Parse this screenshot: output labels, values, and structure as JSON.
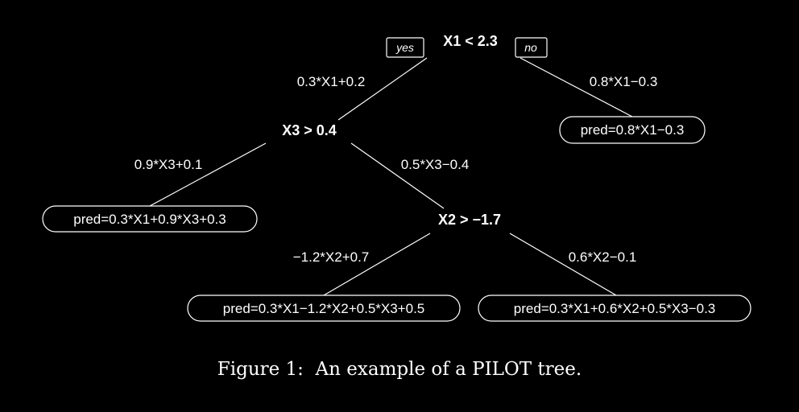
{
  "tree": {
    "root": {
      "condition": "X1 < 2.3",
      "yes_tag": "yes",
      "no_tag": "no"
    },
    "edges": {
      "root_left": "0.3*X1+0.2",
      "root_right": "0.8*X1−0.3",
      "x3_left": "0.9*X3+0.1",
      "x3_right": "0.5*X3−0.4",
      "x2_left": "−1.2*X2+0.7",
      "x2_right": "0.6*X2−0.1"
    },
    "nodes": {
      "x3": "X3 > 0.4",
      "x2": "X2 > −1.7"
    },
    "leaves": {
      "right_of_root": "pred=0.8*X1−0.3",
      "left_of_x3": "pred=0.3*X1+0.9*X3+0.3",
      "left_of_x2": "pred=0.3*X1−1.2*X2+0.5*X3+0.5",
      "right_of_x2": "pred=0.3*X1+0.6*X2+0.5*X3−0.3"
    }
  },
  "caption": "Figure 1:  An example of a PILOT tree."
}
